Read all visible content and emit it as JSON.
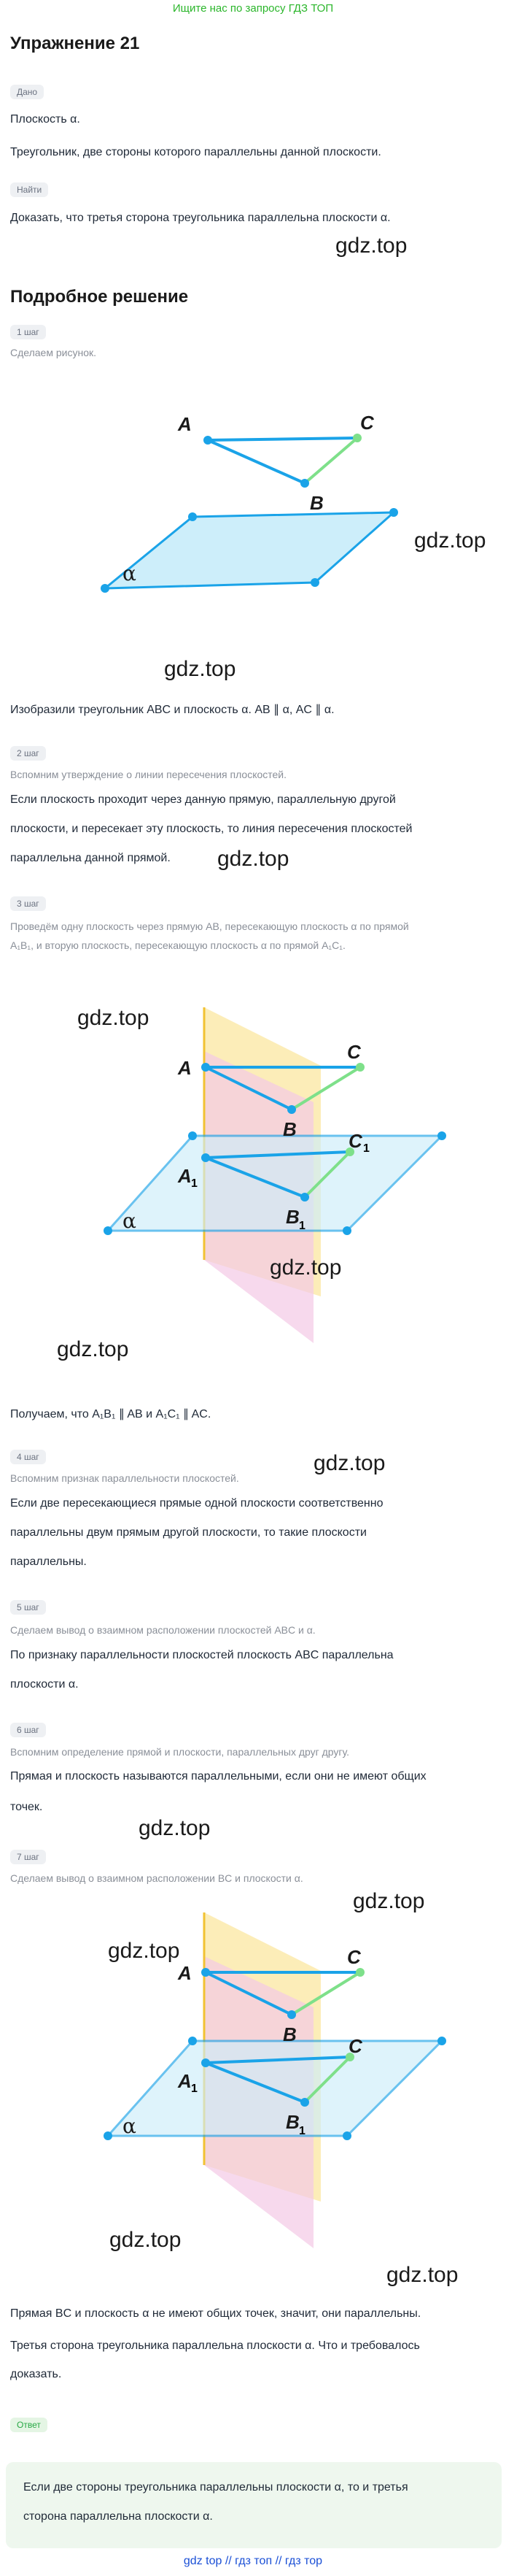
{
  "top_banner": "Ищите нас по запросу ГДЗ ТОП",
  "title": "Упражнение 21",
  "given_pill": "Дано",
  "given_text_1": "Плоскость α.",
  "given_text_2": "Треугольник, две стороны которого параллельны данной плоскости.",
  "find_pill": "Найти",
  "find_text": "Доказать, что третья сторона треугольника параллельна плоскости α.",
  "watermark": "gdz.top",
  "solution_title": "Подробное решение",
  "steps": [
    {
      "pill": "1 шаг",
      "muted": "Сделаем рисунок.",
      "after": "Изобразили треугольник ABC и плоскость α. AB ∥ α, AC ∥ α."
    },
    {
      "pill": "2 шаг",
      "muted": "Вспомним утверждение о линии пересечения плоскостей.",
      "text_1": "Если плоскость проходит через данную прямую, параллельную другой",
      "text_2": "плоскости, и пересекает эту плоскость, то линия пересечения плоскостей",
      "text_3": "параллельна данной прямой."
    },
    {
      "pill": "3 шаг",
      "muted_1": "Проведём одну плоскость через прямую AB, пересекающую плоскость α по прямой",
      "muted_2": "A₁B₁, и вторую плоскость, пересекающую плоскость α по прямой A₁C₁.",
      "after": "Получаем, что A₁B₁ ∥ AB и A₁C₁ ∥ AC."
    },
    {
      "pill": "4 шаг",
      "muted": "Вспомним признак параллельности плоскостей.",
      "text_1": "Если две пересекающиеся прямые одной плоскости соответственно",
      "text_2": "параллельны двум прямым другой плоскости, то такие плоскости",
      "text_3": "параллельны."
    },
    {
      "pill": "5 шаг",
      "muted": "Сделаем вывод о взаимном расположении плоскостей ABC и α.",
      "text_1": "По признаку параллельности плоскостей плоскость ABC параллельна",
      "text_2": "плоскости α."
    },
    {
      "pill": "6 шаг",
      "muted": "Вспомним определение прямой и плоскости, параллельных друг другу.",
      "text_1": "Прямая и плоскость называются параллельными, если они не имеют общих",
      "text_2": "точек."
    },
    {
      "pill": "7 шаг",
      "muted": "Сделаем вывод о взаимном расположении BC и плоскости α.",
      "text_1": "Прямая BC и плоскость α не имеют общих точек, значит, они параллельны.",
      "text_2": "Третья сторона треугольника параллельна плоскости α. Что и требовалось",
      "text_3": "доказать."
    }
  ],
  "answer_pill": "Ответ",
  "answer_1": "Если две стороны треугольника параллельны плоскости α, то и третья",
  "answer_2": "сторона параллельна плоскости α.",
  "footer": "gdz top  //  гдз топ  //  гдз тор",
  "labels": {
    "A": "A",
    "B": "B",
    "C": "C",
    "A1": "A",
    "B1": "B",
    "C1": "C",
    "one": "1",
    "alpha": "α"
  },
  "colors": {
    "line_blue": "#1aa3e8",
    "line_green": "#7ee08a",
    "plane_fill": "#cdeefa",
    "yellow": "#fbe9a6",
    "pink": "#f4c9e6",
    "banner": "#2bb62b",
    "footer": "#1a4fd6"
  }
}
